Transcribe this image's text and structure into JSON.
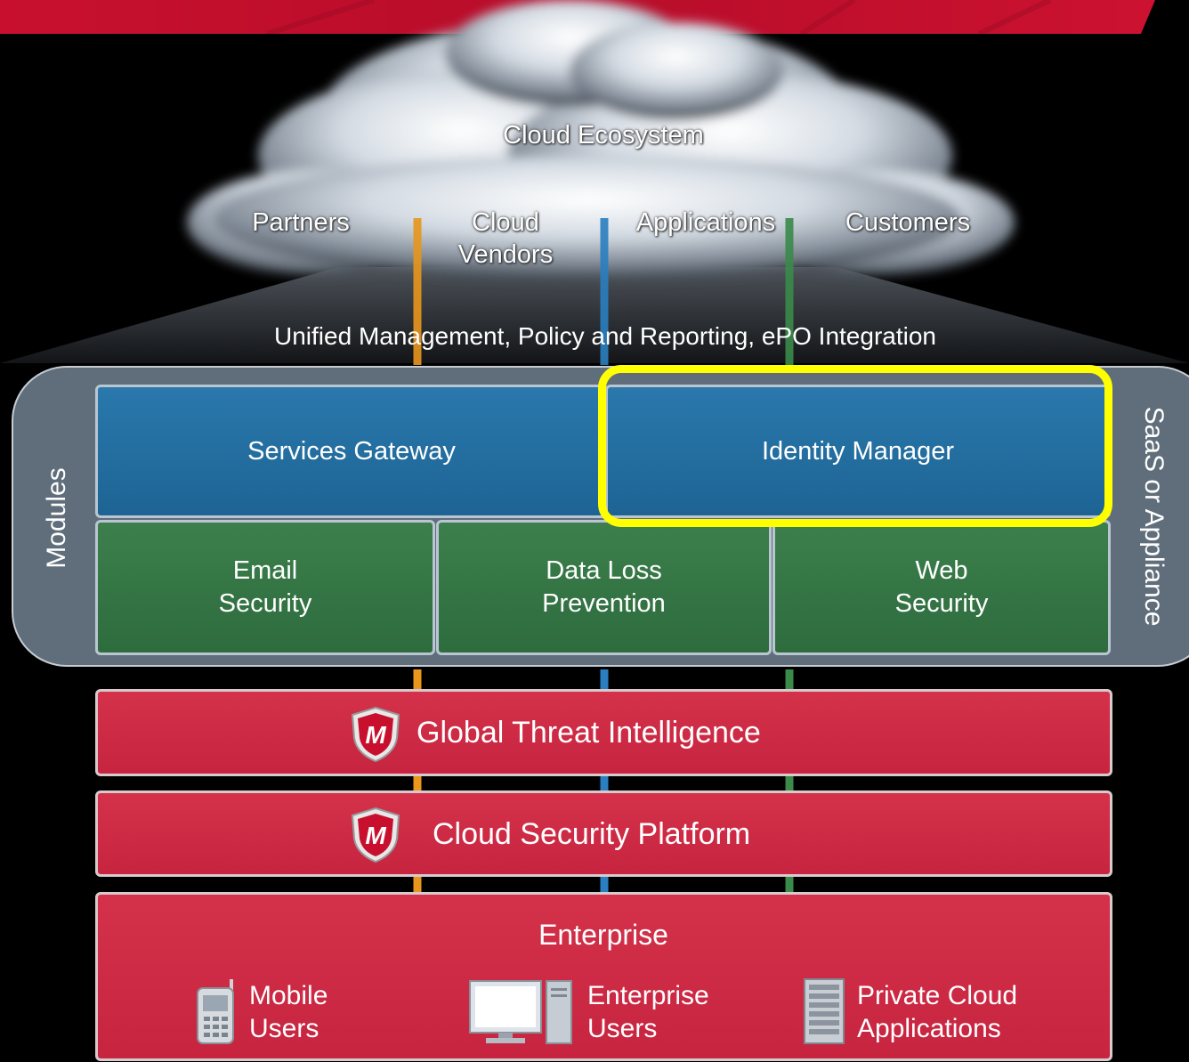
{
  "cloud": {
    "title": "Cloud Ecosystem",
    "items": [
      {
        "label": "Partners"
      },
      {
        "label": "Cloud\nVendors"
      },
      {
        "label": "Applications"
      },
      {
        "label": "Customers"
      }
    ]
  },
  "management_bar": "Unified Management, Policy and Reporting,  ePO Integration",
  "modules": {
    "side_label": "Modules",
    "right_label": "SaaS or Appliance",
    "services_gateway": "Services Gateway",
    "identity_manager": "Identity Manager",
    "email_security": "Email\nSecurity",
    "dlp": "Data Loss\nPrevention",
    "web_security": "Web\nSecurity"
  },
  "layers": {
    "gti": "Global Threat Intelligence",
    "csp": "Cloud Security Platform"
  },
  "enterprise": {
    "title": "Enterprise",
    "mobile_users": "Mobile\nUsers",
    "enterprise_users": "Enterprise\nUsers",
    "private_cloud": "Private Cloud\nApplications"
  },
  "logo": {
    "letter": "M"
  },
  "colors": {
    "banner": "#c8102e",
    "blue_module": "#1f6a9c",
    "green_module": "#357545",
    "red_layer": "#cd2a44",
    "highlight": "#ffff00",
    "panel": "#5f6e7a",
    "connector_orange": "#e8961c",
    "connector_blue": "#2a7fc0",
    "connector_green": "#3a8a4a"
  }
}
